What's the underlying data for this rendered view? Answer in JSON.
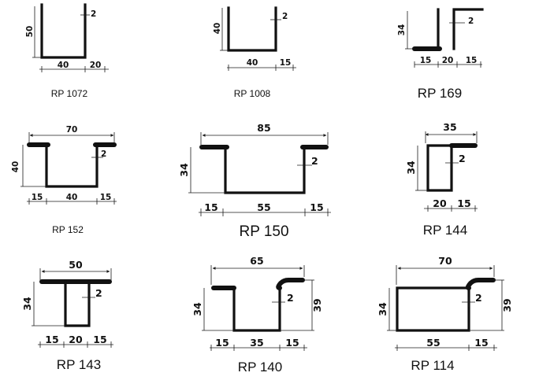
{
  "profiles": [
    {
      "name": "RP 1072",
      "dims": {
        "height": "50",
        "width": "40",
        "flange": "20",
        "thickness": "2"
      }
    },
    {
      "name": "RP 1008",
      "dims": {
        "height": "40",
        "width": "40",
        "flange": "15",
        "thickness": "2"
      }
    },
    {
      "name": "RP 169",
      "dims": {
        "height": "34",
        "left": "15",
        "width": "20",
        "right": "15",
        "thickness": "2"
      }
    },
    {
      "name": "RP 152",
      "dims": {
        "top": "70",
        "height": "40",
        "left": "15",
        "width": "40",
        "right": "15",
        "thickness": "2"
      }
    },
    {
      "name": "RP 150",
      "dims": {
        "top": "85",
        "height": "34",
        "left": "15",
        "width": "55",
        "right": "15",
        "thickness": "2"
      }
    },
    {
      "name": "RP 144",
      "dims": {
        "top": "35",
        "height": "34",
        "width": "20",
        "right": "15",
        "thickness": "2"
      }
    },
    {
      "name": "RP 143",
      "dims": {
        "top": "50",
        "height": "34",
        "left": "15",
        "width": "20",
        "right": "15",
        "thickness": "2"
      }
    },
    {
      "name": "RP 140",
      "dims": {
        "top": "65",
        "height": "34",
        "height2": "39",
        "left": "15",
        "width": "35",
        "right": "15",
        "thickness": "2"
      }
    },
    {
      "name": "RP 114",
      "dims": {
        "top": "70",
        "height": "34",
        "height2": "39",
        "width": "55",
        "right": "15",
        "thickness": "2"
      }
    }
  ]
}
